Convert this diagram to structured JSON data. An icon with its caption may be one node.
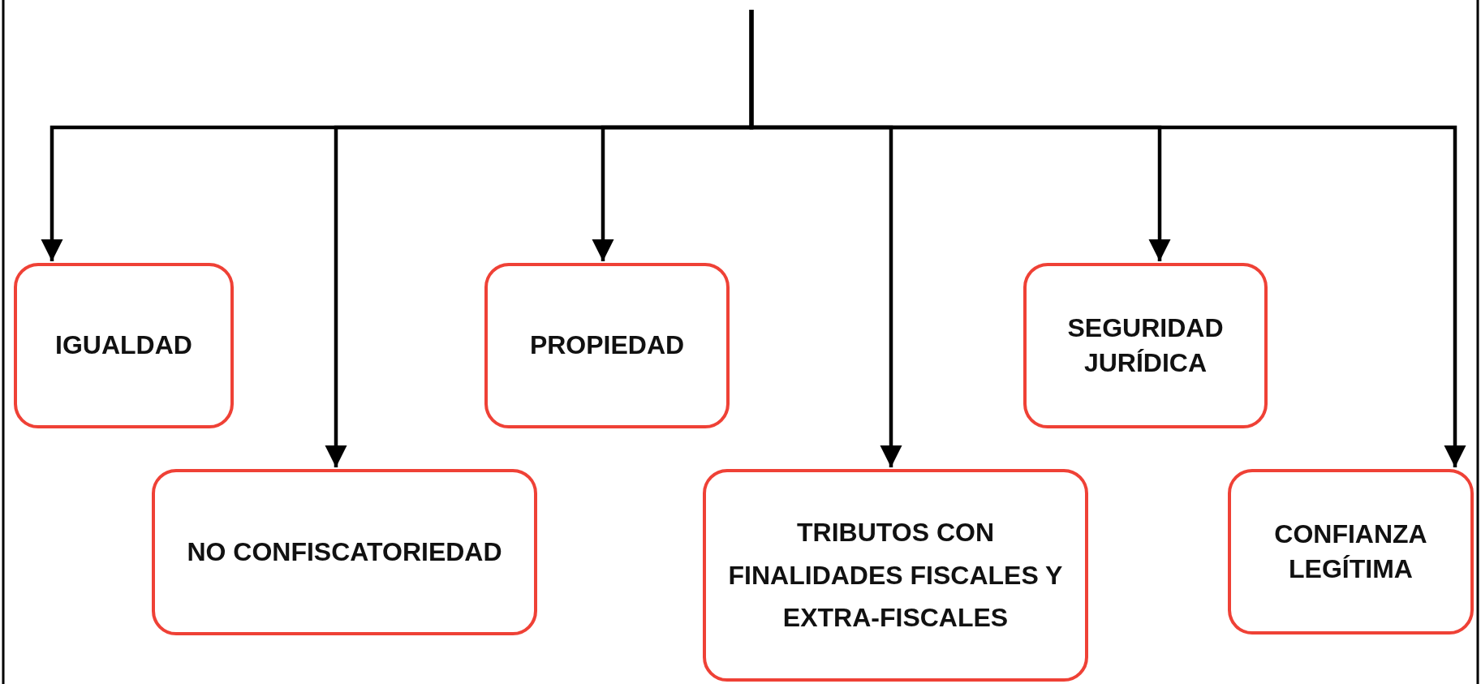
{
  "diagram": {
    "nodes": [
      {
        "text": [
          "IGUALDAD"
        ]
      },
      {
        "text": [
          "NO CONFISCATORIEDAD"
        ]
      },
      {
        "text": [
          "PROPIEDAD"
        ]
      },
      {
        "text": [
          "TRIBUTOS CON FINALIDADES FISCALES Y EXTRA-FISCALES"
        ]
      },
      {
        "text": [
          "SEGURIDAD JURÍDICA"
        ]
      },
      {
        "text": [
          "CONFIANZA LEGÍTIMA"
        ]
      }
    ],
    "edges": [
      {
        "from": null,
        "to": 0,
        "arrow": "to"
      },
      {
        "from": null,
        "to": 1,
        "arrow": "to"
      },
      {
        "from": null,
        "to": 2,
        "arrow": "to"
      },
      {
        "from": null,
        "to": 3,
        "arrow": "to"
      },
      {
        "from": null,
        "to": 4,
        "arrow": "to"
      },
      {
        "from": null,
        "to": 5,
        "arrow": "to"
      }
    ]
  }
}
